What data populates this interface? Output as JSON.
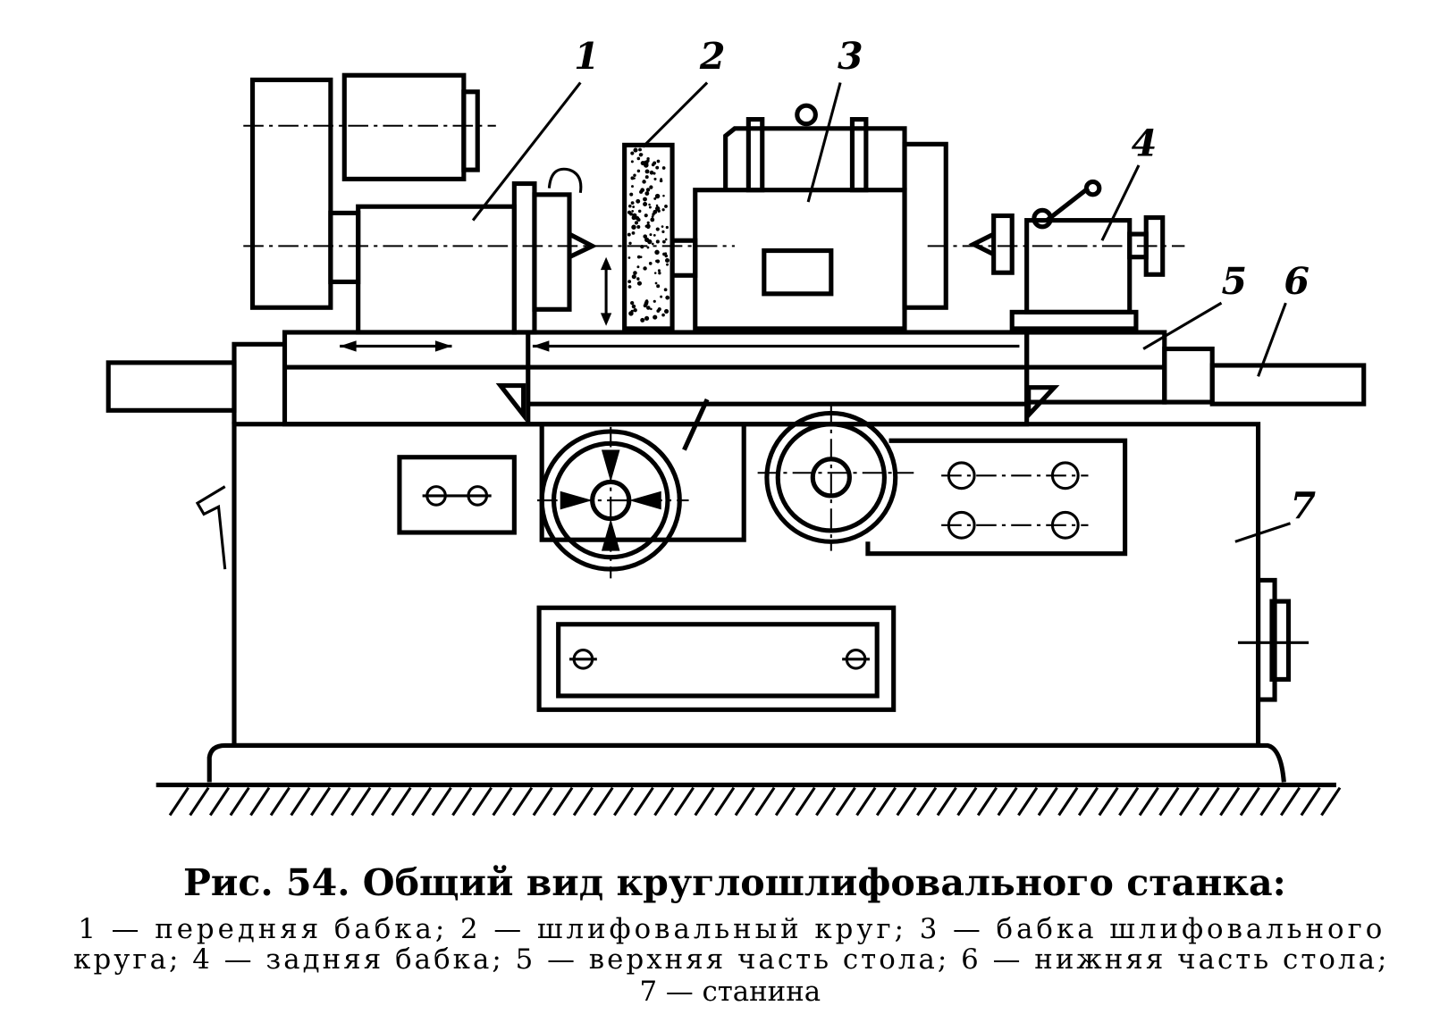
{
  "figure": {
    "labels": [
      "1",
      "2",
      "3",
      "4",
      "5",
      "6",
      "7"
    ],
    "caption_title": "Рис. 54. Общий вид круглошлифовального станка:",
    "legend_line1": "1 — передняя бабка; 2 — шлифовальный круг; 3 — бабка шлифовального",
    "legend_line2": "круга; 4 — задняя бабка; 5 — верхняя часть стола; 6 — нижняя часть стола;",
    "legend_line3": "7 — станина"
  }
}
